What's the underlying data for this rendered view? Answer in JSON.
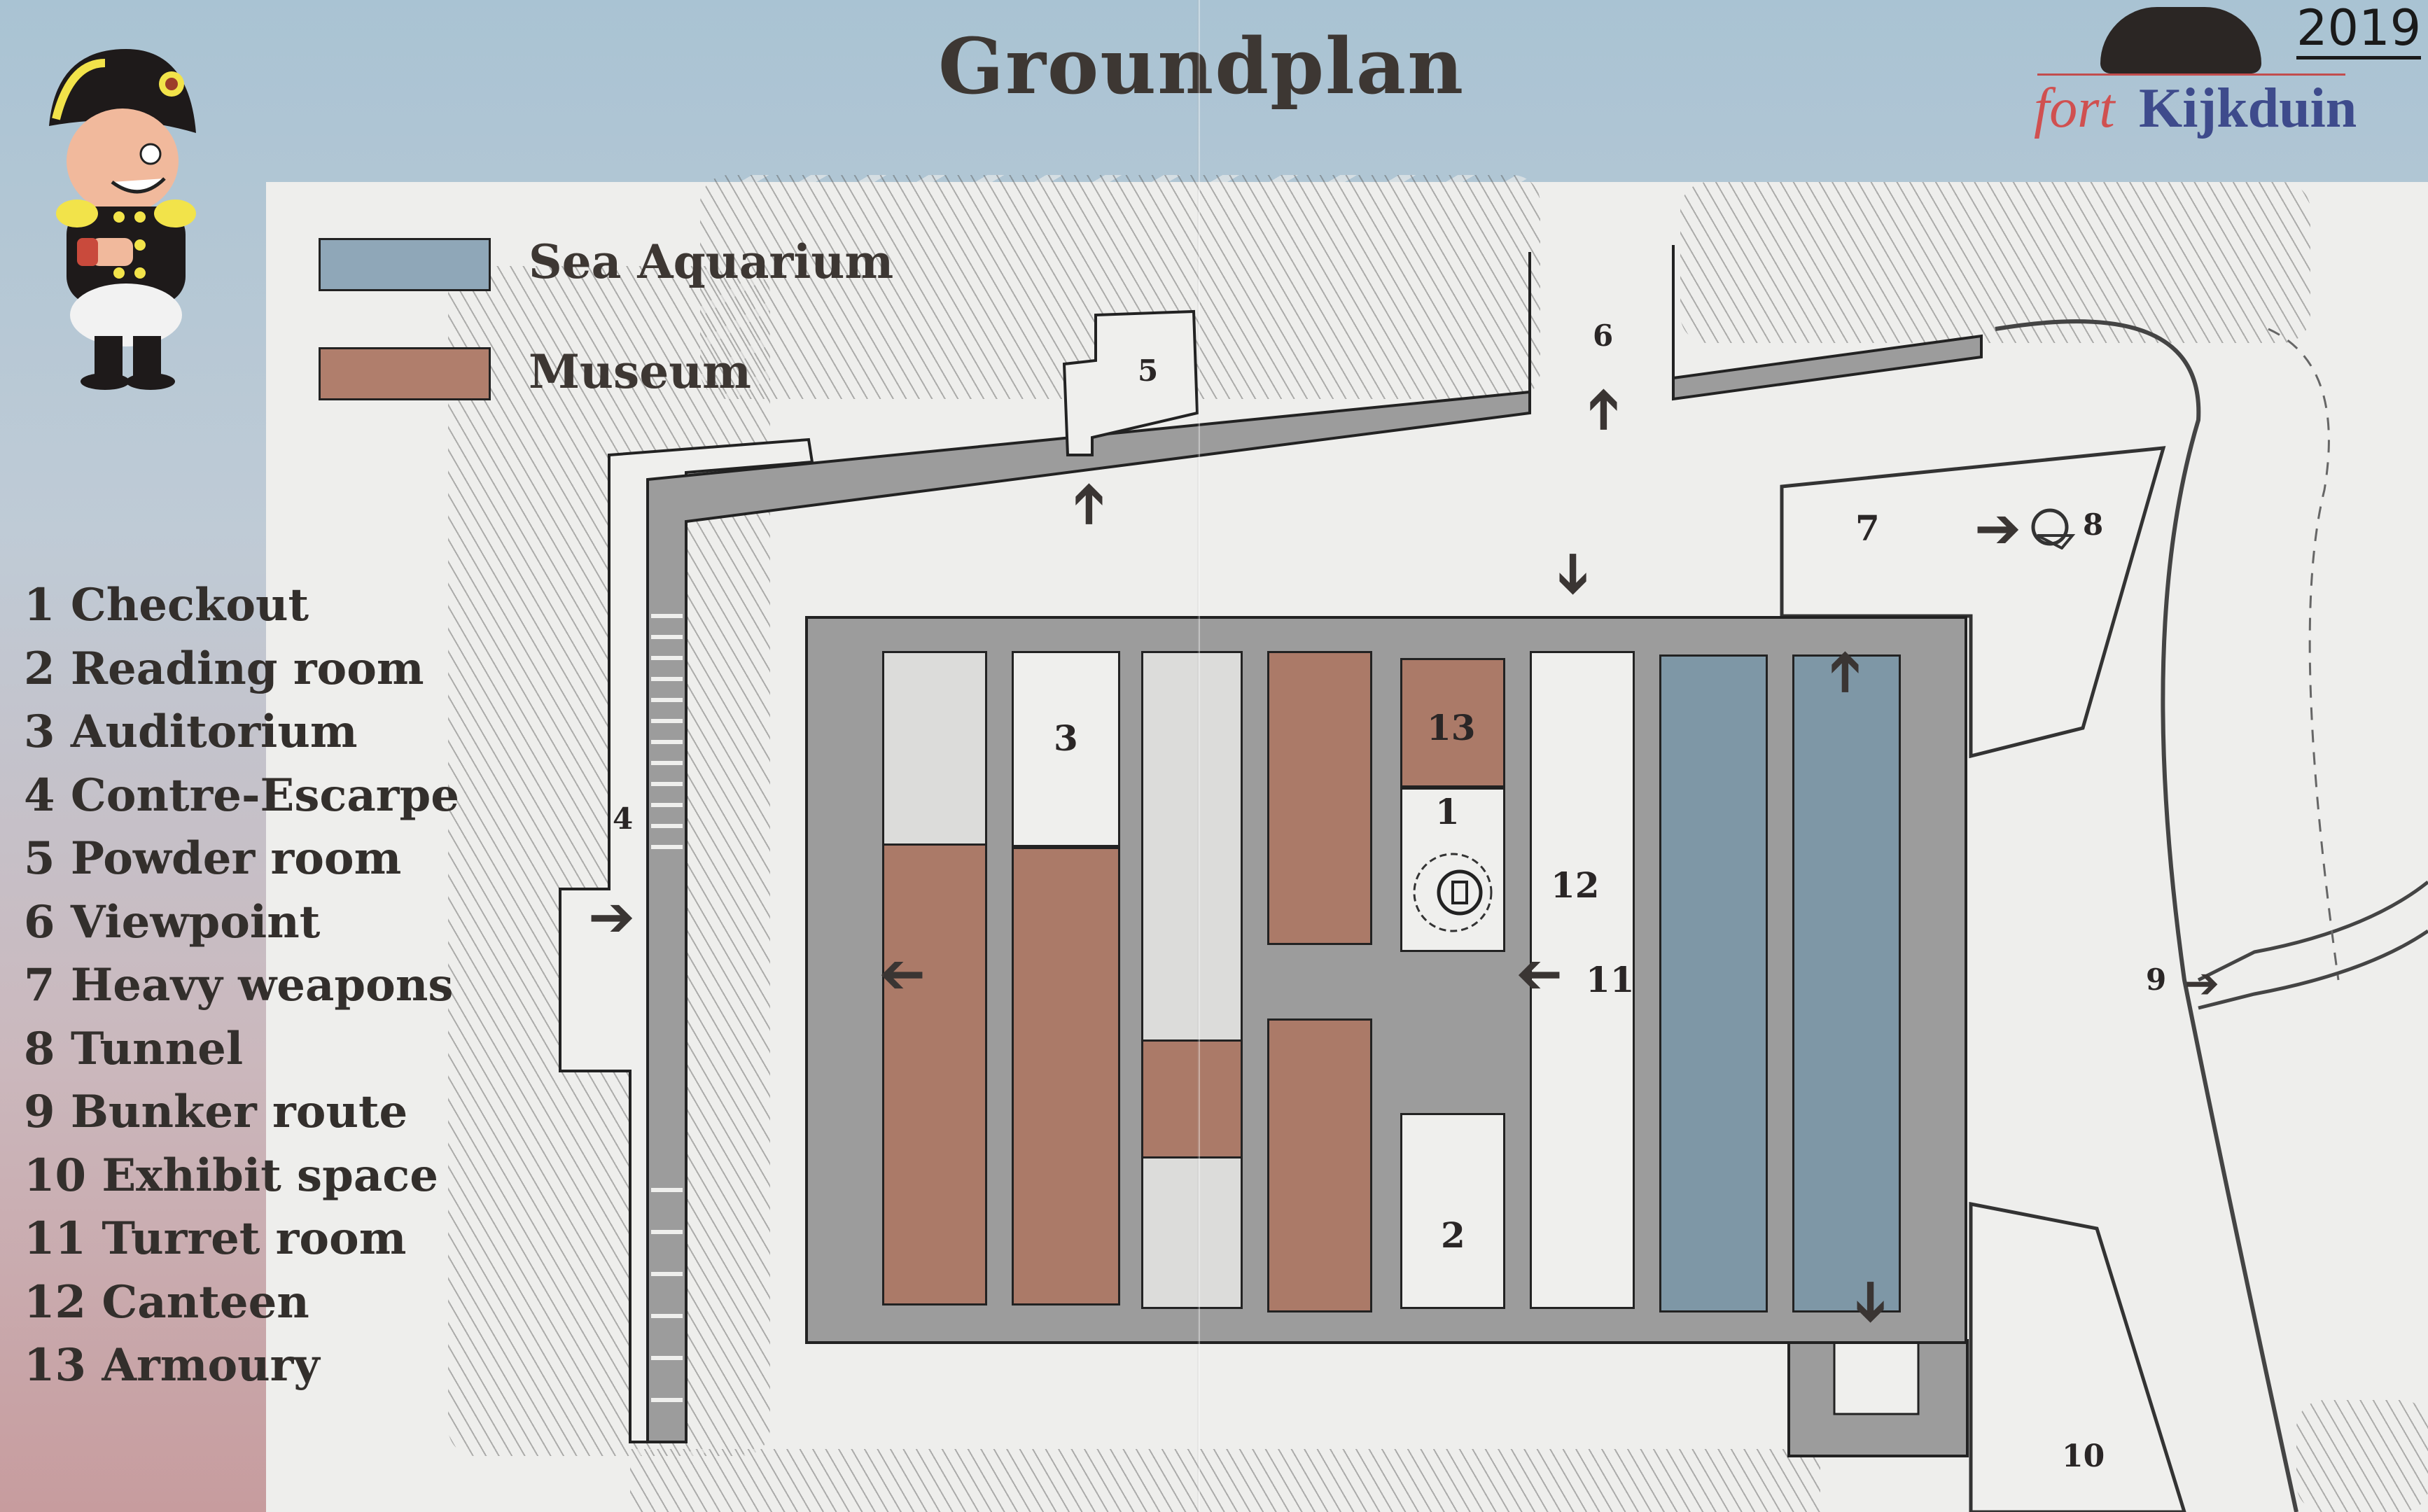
{
  "header": {
    "title": "Groundplan",
    "logo_prefix": "fort",
    "logo_name": "Kijkduin",
    "handwritten_year": "2019"
  },
  "legend": [
    {
      "label": "Sea Aquarium",
      "color": "#8fa7b8"
    },
    {
      "label": "Museum",
      "color": "#b07e6c"
    }
  ],
  "key": [
    {
      "number": "1",
      "name": "Checkout",
      "text": "1 Checkout"
    },
    {
      "number": "2",
      "name": "Reading room",
      "text": "2 Reading room"
    },
    {
      "number": "3",
      "name": "Auditorium",
      "text": "3 Auditorium"
    },
    {
      "number": "4",
      "name": "Contre-Escarpe",
      "text": "4 Contre-Escarpe"
    },
    {
      "number": "5",
      "name": "Powder room",
      "text": "5 Powder room"
    },
    {
      "number": "6",
      "name": "Viewpoint",
      "text": "6 Viewpoint"
    },
    {
      "number": "7",
      "name": "Heavy weapons",
      "text": "7 Heavy weapons"
    },
    {
      "number": "8",
      "name": "Tunnel",
      "text": "8 Tunnel"
    },
    {
      "number": "9",
      "name": "Bunker route",
      "text": "9 Bunker route"
    },
    {
      "number": "10",
      "name": "Exhibit space",
      "text": "10 Exhibit space"
    },
    {
      "number": "11",
      "name": "Turret room",
      "text": "11 Turret room"
    },
    {
      "number": "12",
      "name": "Canteen",
      "text": "12 Canteen"
    },
    {
      "number": "13",
      "name": "Armoury",
      "text": "13 Armoury"
    }
  ],
  "map_labels": {
    "r1": "1",
    "r2": "2",
    "r3": "3",
    "r4": "4",
    "r5": "5",
    "r6": "6",
    "r7": "7",
    "r8": "8",
    "r9": "9",
    "r10": "10",
    "r11": "11",
    "r12": "12",
    "r13": "13"
  },
  "colors": {
    "sea_aquarium": "#8fa7b8",
    "museum": "#b07e6c",
    "wall": "#9c9c9c",
    "text": "#332f2c"
  }
}
